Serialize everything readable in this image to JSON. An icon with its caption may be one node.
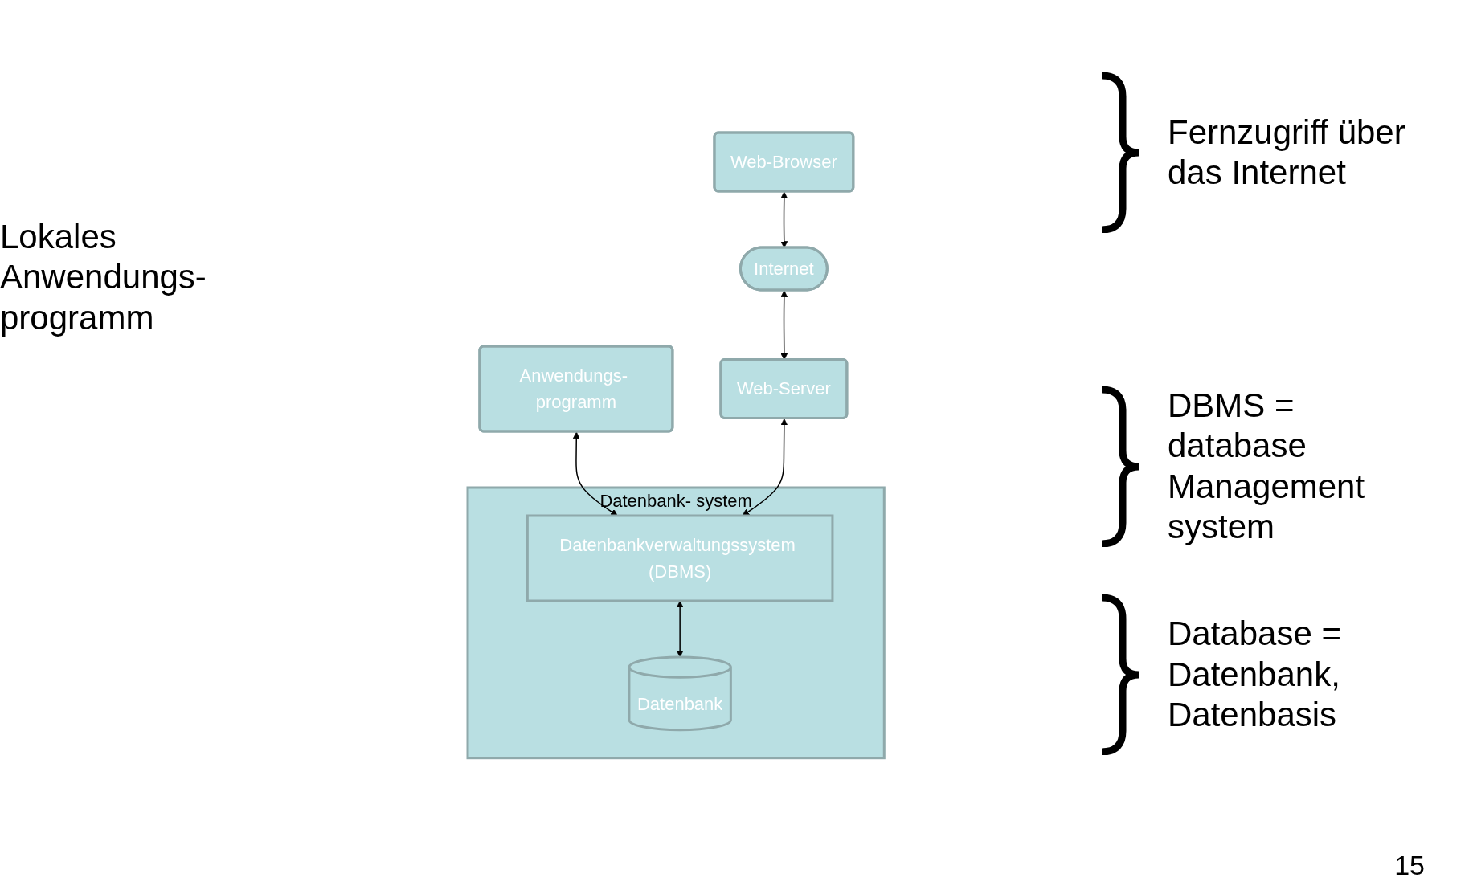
{
  "diagram": {
    "nodes": [
      {
        "text": [
          "Web-Browser"
        ]
      },
      {
        "text": [
          "Internet"
        ]
      },
      {
        "text": [
          "Anwendungs- programm"
        ]
      },
      {
        "text": [
          "Web-Server"
        ]
      },
      {
        "text": [
          "Datenbank- system"
        ]
      },
      {
        "text": [
          "Datenbankverwaltungssystem (DBMS)"
        ],
        "in": 4
      },
      {
        "text": [
          "Datenbank"
        ],
        "in": 4
      }
    ],
    "edges": [
      {
        "from": 0,
        "to": 1,
        "arrow": "both"
      },
      {
        "from": 1,
        "to": 3,
        "arrow": "both"
      },
      {
        "from": 2,
        "to": 5,
        "arrow": "both"
      },
      {
        "from": 3,
        "to": 5,
        "arrow": "both"
      },
      {
        "from": 5,
        "to": 6,
        "arrow": "both"
      }
    ],
    "labels": [
      "Lokales Anwendungs- programm",
      "Fernzugriff über das Internet",
      "DBMS = database Management system",
      "Database = Datenbank, Datenbasis",
      "15"
    ]
  }
}
